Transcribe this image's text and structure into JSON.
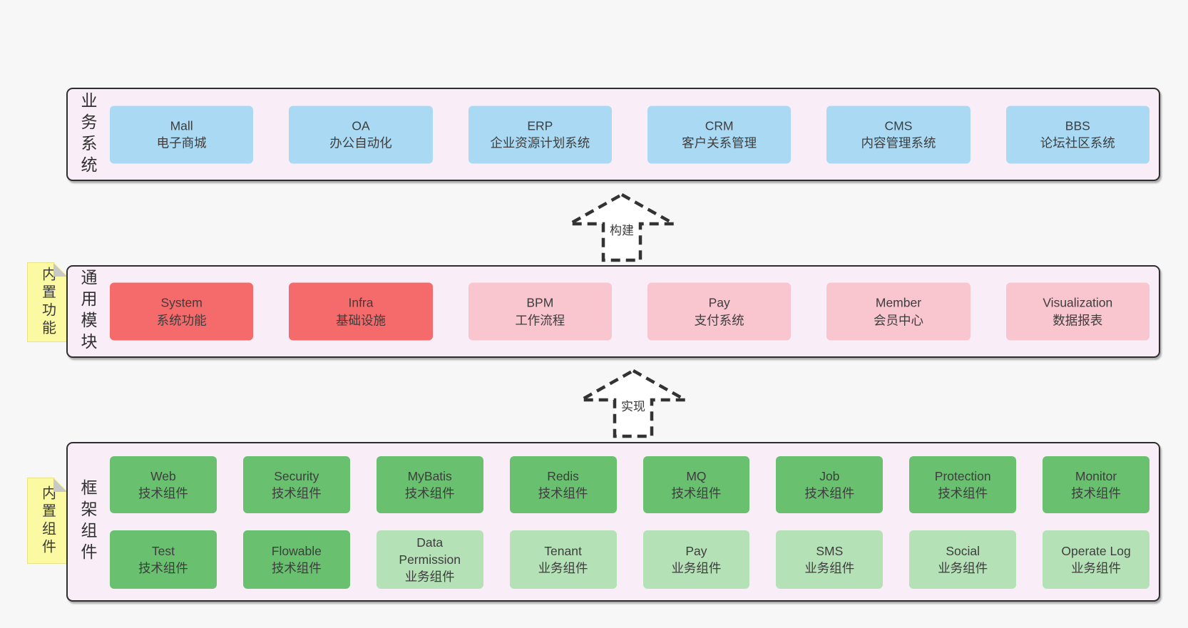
{
  "diagram": {
    "layers": {
      "business": {
        "label": "业务系统",
        "boxes": [
          {
            "en": "Mall",
            "zh": "电子商城"
          },
          {
            "en": "OA",
            "zh": "办公自动化"
          },
          {
            "en": "ERP",
            "zh": "企业资源计划系统"
          },
          {
            "en": "CRM",
            "zh": "客户关系管理"
          },
          {
            "en": "CMS",
            "zh": "内容管理系统"
          },
          {
            "en": "BBS",
            "zh": "论坛社区系统"
          }
        ]
      },
      "modules": {
        "label": "通用模块",
        "note": "内置功能",
        "boxes": [
          {
            "en": "System",
            "zh": "系统功能"
          },
          {
            "en": "Infra",
            "zh": "基础设施"
          },
          {
            "en": "BPM",
            "zh": "工作流程"
          },
          {
            "en": "Pay",
            "zh": "支付系统"
          },
          {
            "en": "Member",
            "zh": "会员中心"
          },
          {
            "en": "Visualization",
            "zh": "数据报表"
          }
        ]
      },
      "components": {
        "label": "框架组件",
        "note": "内置组件",
        "row1": [
          {
            "en": "Web",
            "zh": "技术组件"
          },
          {
            "en": "Security",
            "zh": "技术组件"
          },
          {
            "en": "MyBatis",
            "zh": "技术组件"
          },
          {
            "en": "Redis",
            "zh": "技术组件"
          },
          {
            "en": "MQ",
            "zh": "技术组件"
          },
          {
            "en": "Job",
            "zh": "技术组件"
          },
          {
            "en": "Protection",
            "zh": "技术组件"
          },
          {
            "en": "Monitor",
            "zh": "技术组件"
          }
        ],
        "row2": [
          {
            "en": "Test",
            "zh": "技术组件"
          },
          {
            "en": "Flowable",
            "zh": "技术组件"
          },
          {
            "en": "Data Permission",
            "zh": "业务组件"
          },
          {
            "en": "Tenant",
            "zh": "业务组件"
          },
          {
            "en": "Pay",
            "zh": "业务组件"
          },
          {
            "en": "SMS",
            "zh": "业务组件"
          },
          {
            "en": "Social",
            "zh": "业务组件"
          },
          {
            "en": "Operate Log",
            "zh": "业务组件"
          }
        ]
      }
    },
    "arrows": [
      {
        "label": "构建"
      },
      {
        "label": "实现"
      }
    ],
    "colors": {
      "background": "#f7f7f7",
      "section_fill": "#f9edf7",
      "section_border": "#2e2e2e",
      "business_box": "#aadaf3",
      "module_core_box": "#f56a6a",
      "module_optional_box": "#f9c6cf",
      "tech_component_box": "#69c170",
      "biz_component_box": "#b4e2b6",
      "sticky_note": "#fbf9a1",
      "text": "#3d3d3d"
    }
  }
}
